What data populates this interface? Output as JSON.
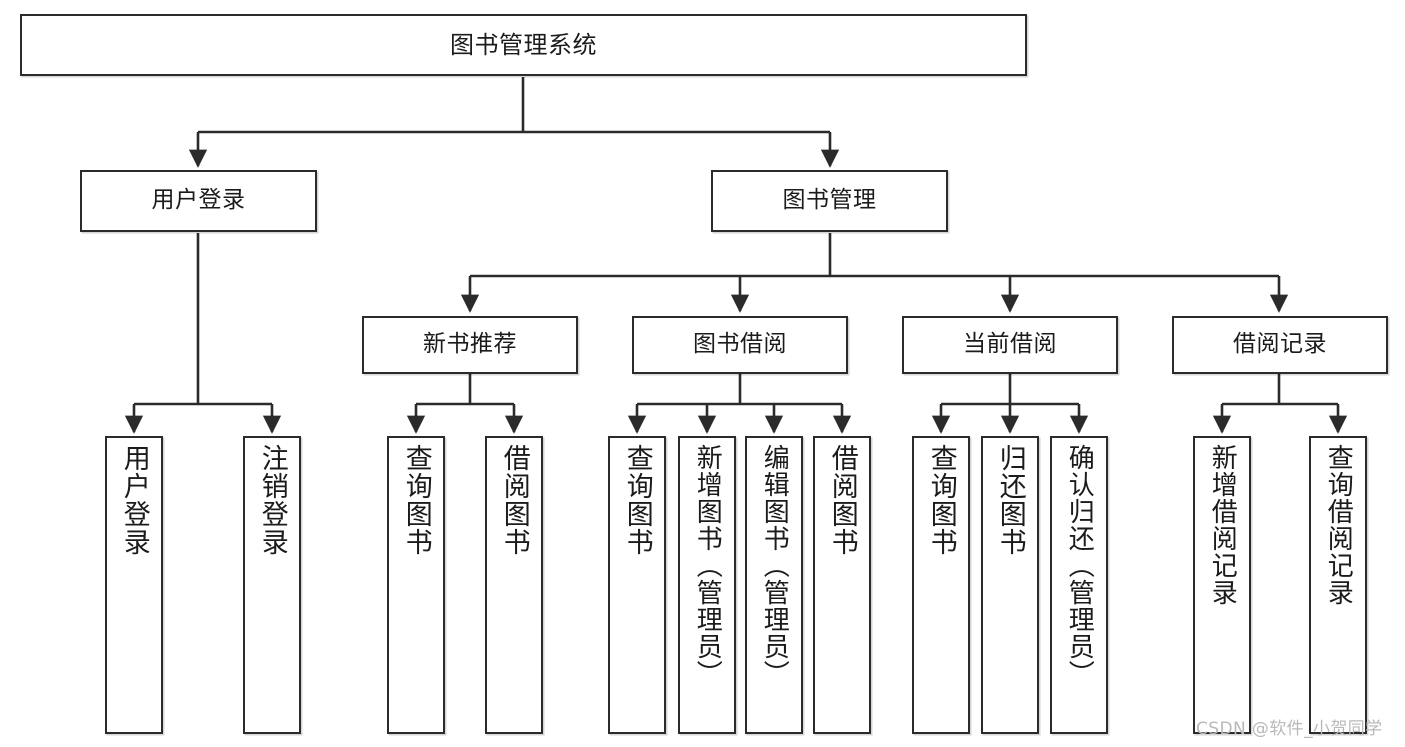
{
  "diagram": {
    "title": "图书管理系统",
    "type": "tree-hierarchy",
    "watermark": "CSDN @软件_小贺同学",
    "colors": {
      "box_border": "#2b2b2b",
      "box_fill": "#ffffff",
      "connector": "#2b2b2b",
      "watermark": "#b9b9b9",
      "background": "#ffffff"
    },
    "nodes": {
      "root": {
        "label": "图书管理系统"
      },
      "level2": [
        {
          "id": "user-login",
          "label": "用户登录"
        },
        {
          "id": "book-manage",
          "label": "图书管理"
        }
      ],
      "level3": [
        {
          "id": "new-book-recommend",
          "label": "新书推荐"
        },
        {
          "id": "book-borrow",
          "label": "图书借阅"
        },
        {
          "id": "current-borrow",
          "label": "当前借阅"
        },
        {
          "id": "borrow-record",
          "label": "借阅记录"
        }
      ],
      "leaves": {
        "user-login": [
          {
            "id": "leaf-user-login",
            "label": "用户登录"
          },
          {
            "id": "leaf-logout",
            "label": "注销登录"
          }
        ],
        "new-book-recommend": [
          {
            "id": "leaf-query-book-1",
            "label": "查询图书"
          },
          {
            "id": "leaf-borrow-book-1",
            "label": "借阅图书"
          }
        ],
        "book-borrow": [
          {
            "id": "leaf-query-book-2",
            "label": "查询图书"
          },
          {
            "id": "leaf-add-book",
            "label": "新增图书（管理员）"
          },
          {
            "id": "leaf-edit-book",
            "label": "编辑图书（管理员）"
          },
          {
            "id": "leaf-borrow-book-2",
            "label": "借阅图书"
          }
        ],
        "current-borrow": [
          {
            "id": "leaf-query-book-3",
            "label": "查询图书"
          },
          {
            "id": "leaf-return-book",
            "label": "归还图书"
          },
          {
            "id": "leaf-confirm-return",
            "label": "确认归还（管理员）"
          }
        ],
        "borrow-record": [
          {
            "id": "leaf-add-record",
            "label": "新增借阅记录"
          },
          {
            "id": "leaf-query-record",
            "label": "查询借阅记录"
          }
        ]
      }
    }
  }
}
